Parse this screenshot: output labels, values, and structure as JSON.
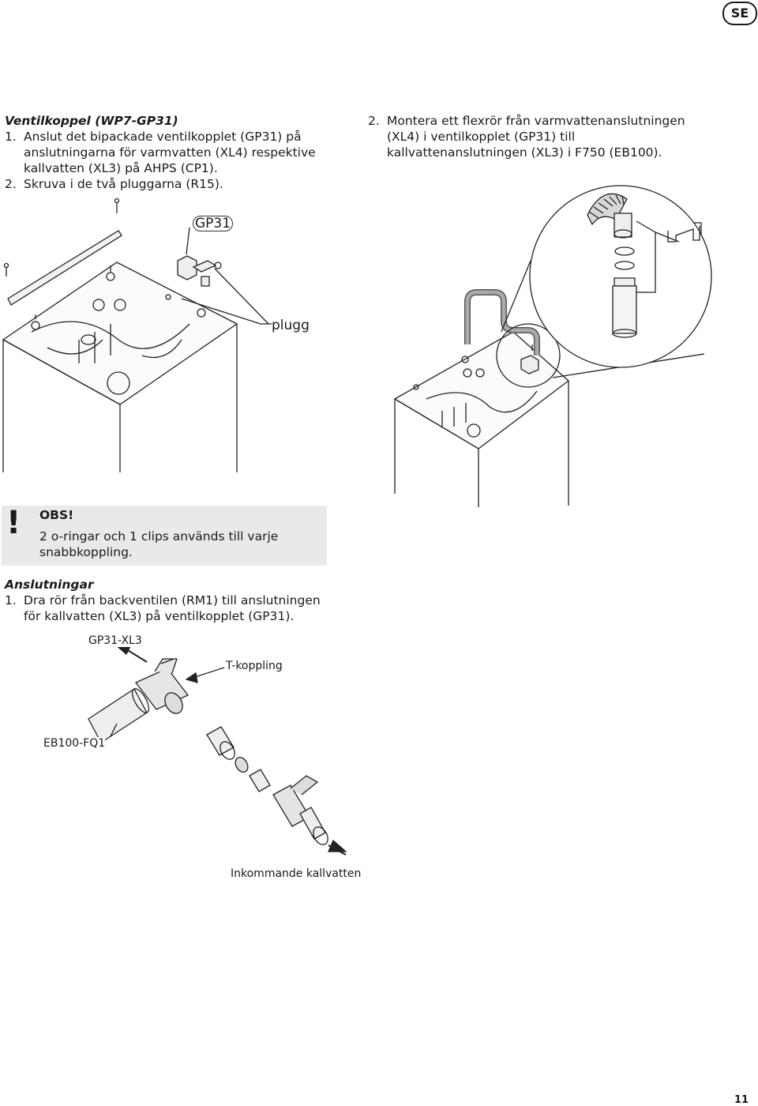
{
  "badge": "SE",
  "section1": {
    "heading": "Ventilkoppel (WP7-GP31)",
    "step1_num": "1.",
    "step1_text": "Anslut det bipackade ventilkopplet (GP31) på anslutningarna för varmvatten (XL4) respektive kallvatten (XL3) på AHPS (CP1).",
    "step2_num": "2.",
    "step2_text": "Skruva i de två pluggarna (R15)."
  },
  "section2": {
    "step_num": "2.",
    "step_text": "Montera ett flexrör från varmvattenanslutningen (XL4) i ventilkopplet (GP31) till kallvattenanslutningen (XL3) i F750 (EB100)."
  },
  "figure1": {
    "label_gp31": "GP31",
    "label_plugg": "plugg"
  },
  "note": {
    "mark": "!",
    "title": "OBS!",
    "text": "2 o-ringar och 1 clips används till varje snabbkoppling."
  },
  "section3": {
    "heading": "Anslutningar",
    "step_num": "1.",
    "step_text": "Dra rör från backventilen (RM1) till anslutningen för kallvatten (XL3) på ventilkopplet (GP31)."
  },
  "figure3": {
    "label_gp31_xl3": "GP31-XL3",
    "label_tkoppling": "T-koppling",
    "label_eb100": "EB100-FQ1",
    "label_inkommande": "Inkommande kallvatten"
  },
  "page_number": "11"
}
